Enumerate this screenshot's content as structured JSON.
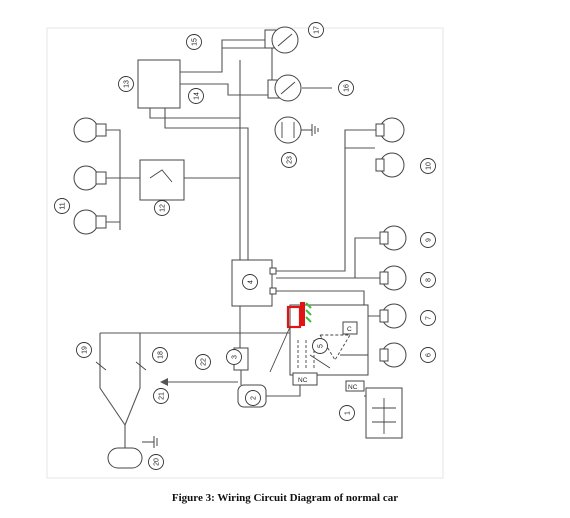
{
  "caption": "Figure 3: Wiring Circuit Diagram of normal car",
  "component_labels": [
    "1",
    "2",
    "3",
    "4",
    "5",
    "6",
    "7",
    "8",
    "9",
    "10",
    "11",
    "12",
    "13",
    "14",
    "15",
    "16",
    "17",
    "18",
    "19",
    "20",
    "21",
    "22",
    "23"
  ],
  "box_labels": {
    "nc": "NC",
    "nc2": "NC",
    "c": "C"
  },
  "colors": {
    "line": "#555555",
    "highlight_red": "#e01414",
    "highlight_green": "#3cbf3c"
  }
}
